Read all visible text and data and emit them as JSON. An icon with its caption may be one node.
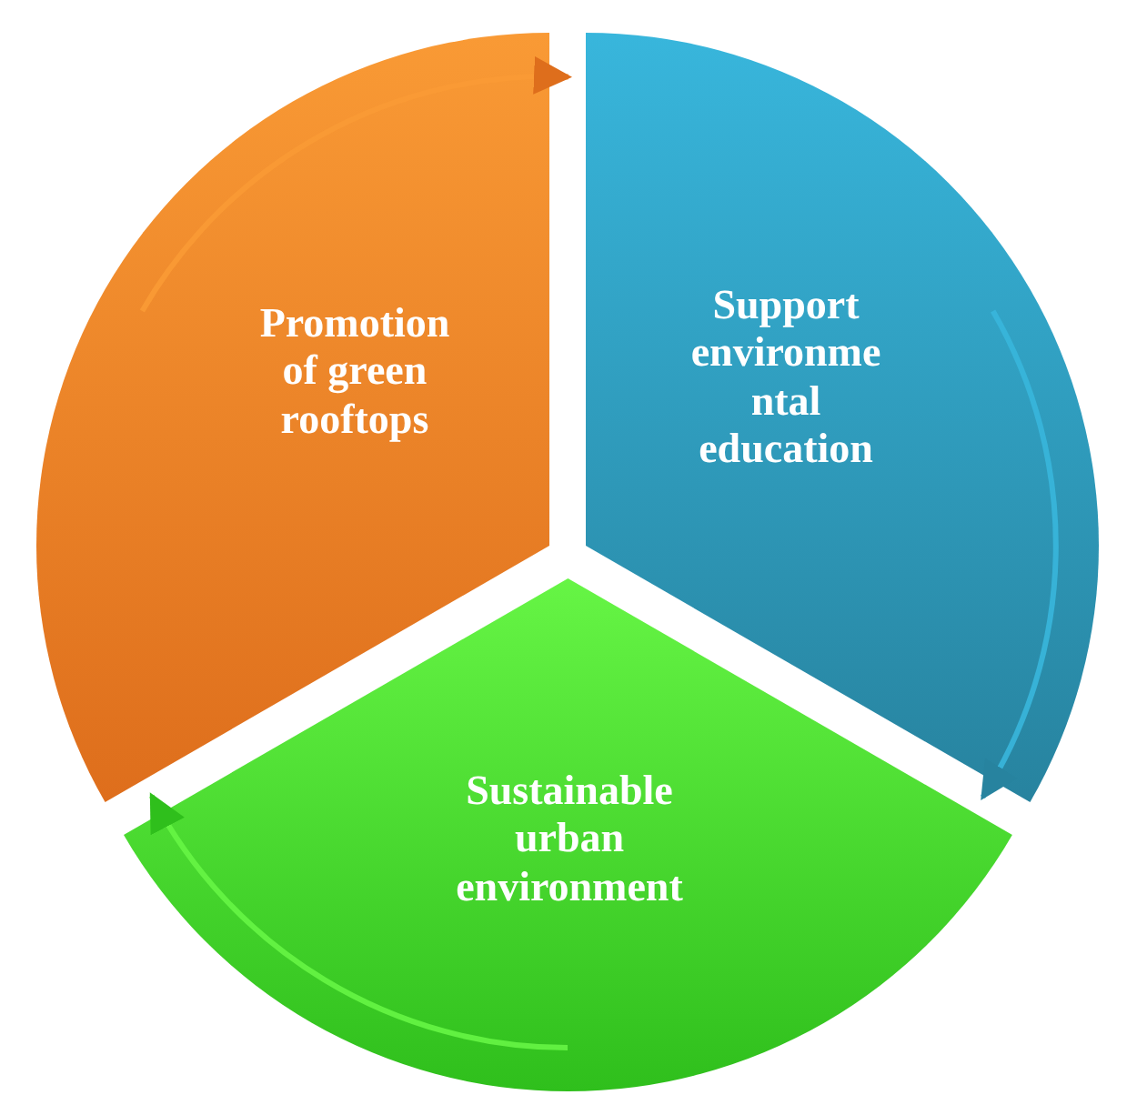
{
  "diagram": {
    "nodes": [
      {
        "text": [
          "Promotion of green rooftops"
        ]
      },
      {
        "text": [
          "Support environmental education"
        ]
      },
      {
        "text": [
          "Sustainable urban environment"
        ]
      }
    ],
    "edges": [
      {
        "from": 0,
        "to": 1,
        "arrow": "to",
        "color": "#f99a35"
      },
      {
        "from": 1,
        "to": 2,
        "arrow": "to",
        "color": "#38b6dc"
      },
      {
        "from": 2,
        "to": 0,
        "arrow": "to",
        "color": "#66f545"
      }
    ]
  }
}
